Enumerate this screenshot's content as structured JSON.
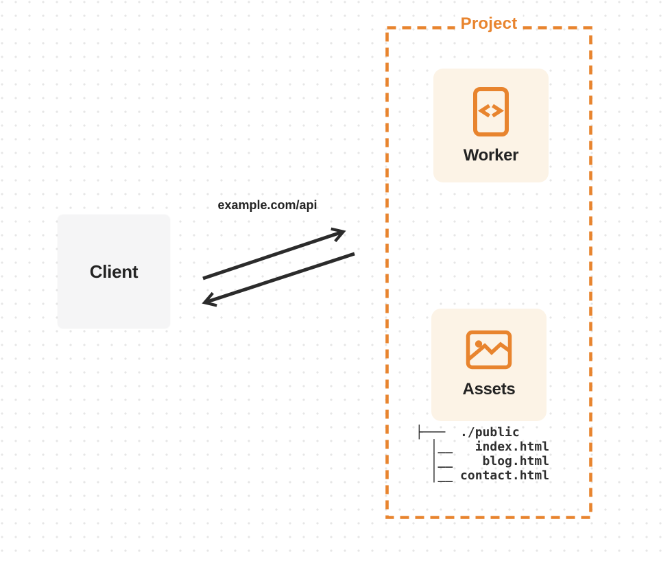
{
  "colors": {
    "accent": "#E8842E",
    "cream": "#FCF3E6",
    "ink": "#232323",
    "muted_dot": "#E6E6E6",
    "client_bg": "#F5F5F6",
    "arrow": "#2B2B2B",
    "tree_text": "#2F2F2F"
  },
  "client": {
    "label": "Client"
  },
  "request_arrow": {
    "label": "example.com/api"
  },
  "project": {
    "label": "Project"
  },
  "nodes": {
    "worker": {
      "label": "Worker",
      "icon": "code-file-icon"
    },
    "assets": {
      "label": "Assets",
      "icon": "image-icon"
    }
  },
  "file_tree": {
    "lines": [
      "├───  ./public",
      "  │__   index.html",
      "  │__    blog.html",
      "  │__ contact.html"
    ]
  }
}
